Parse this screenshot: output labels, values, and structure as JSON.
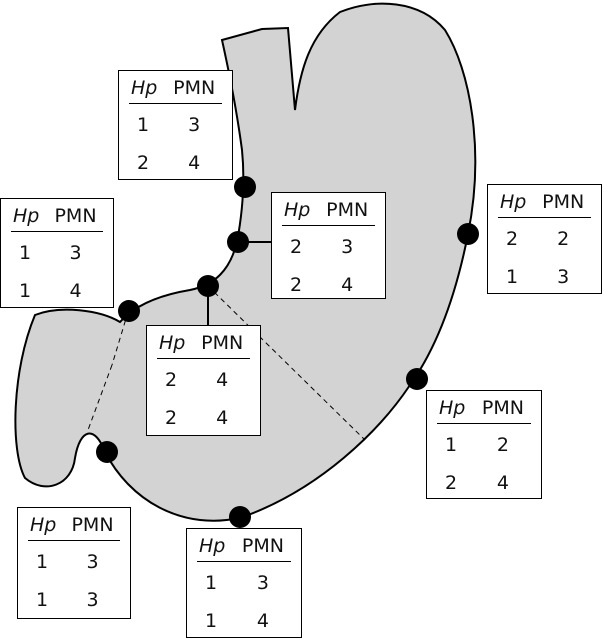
{
  "header": {
    "hp": "Hp",
    "pmn": "PMN"
  },
  "sites": [
    {
      "id": "upper-lesser-curve",
      "rows": [
        [
          "1",
          "3"
        ],
        [
          "2",
          "4"
        ]
      ]
    },
    {
      "id": "lesser-curve-mid",
      "rows": [
        [
          "2",
          "3"
        ],
        [
          "2",
          "4"
        ]
      ]
    },
    {
      "id": "greater-curve",
      "rows": [
        [
          "2",
          "2"
        ],
        [
          "1",
          "3"
        ]
      ]
    },
    {
      "id": "pylorus",
      "rows": [
        [
          "1",
          "3"
        ],
        [
          "1",
          "4"
        ]
      ]
    },
    {
      "id": "angulus",
      "rows": [
        [
          "2",
          "4"
        ],
        [
          "2",
          "4"
        ]
      ]
    },
    {
      "id": "lower-greater-curve",
      "rows": [
        [
          "1",
          "2"
        ],
        [
          "2",
          "4"
        ]
      ]
    },
    {
      "id": "antrum-lower",
      "rows": [
        [
          "1",
          "3"
        ],
        [
          "1",
          "3"
        ]
      ]
    },
    {
      "id": "antrum-bottom",
      "rows": [
        [
          "1",
          "3"
        ],
        [
          "1",
          "4"
        ]
      ]
    }
  ]
}
